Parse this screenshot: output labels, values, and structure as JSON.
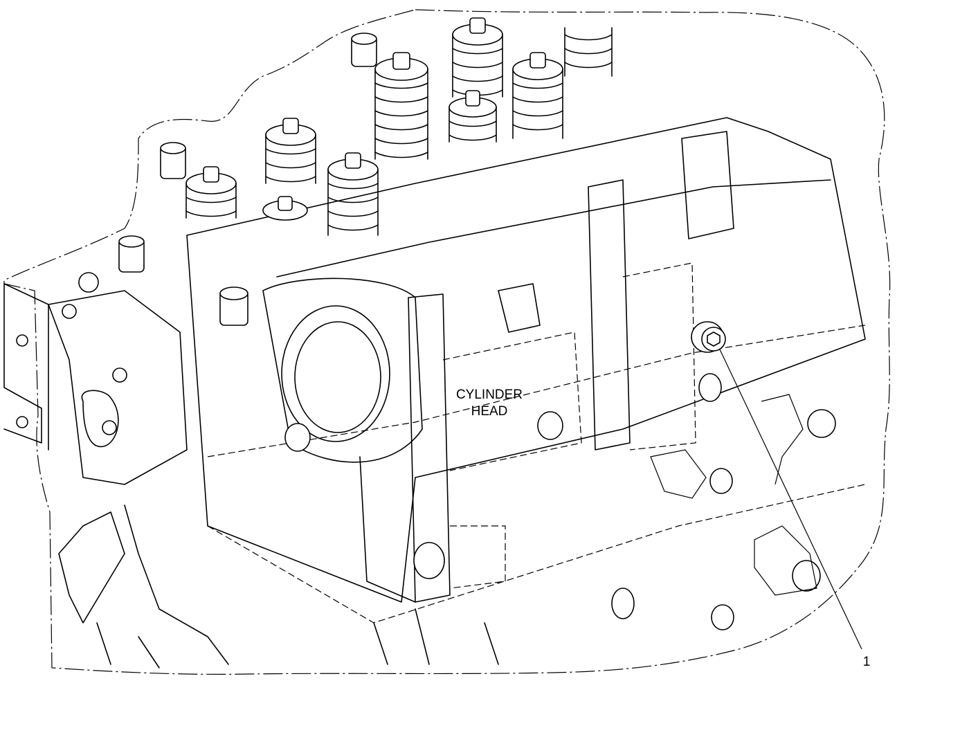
{
  "labels": {
    "part_name_line1": "CYLINDER",
    "part_name_line2": "HEAD",
    "callout_1": "1"
  },
  "colors": {
    "line": "#000000",
    "background": "#ffffff"
  }
}
